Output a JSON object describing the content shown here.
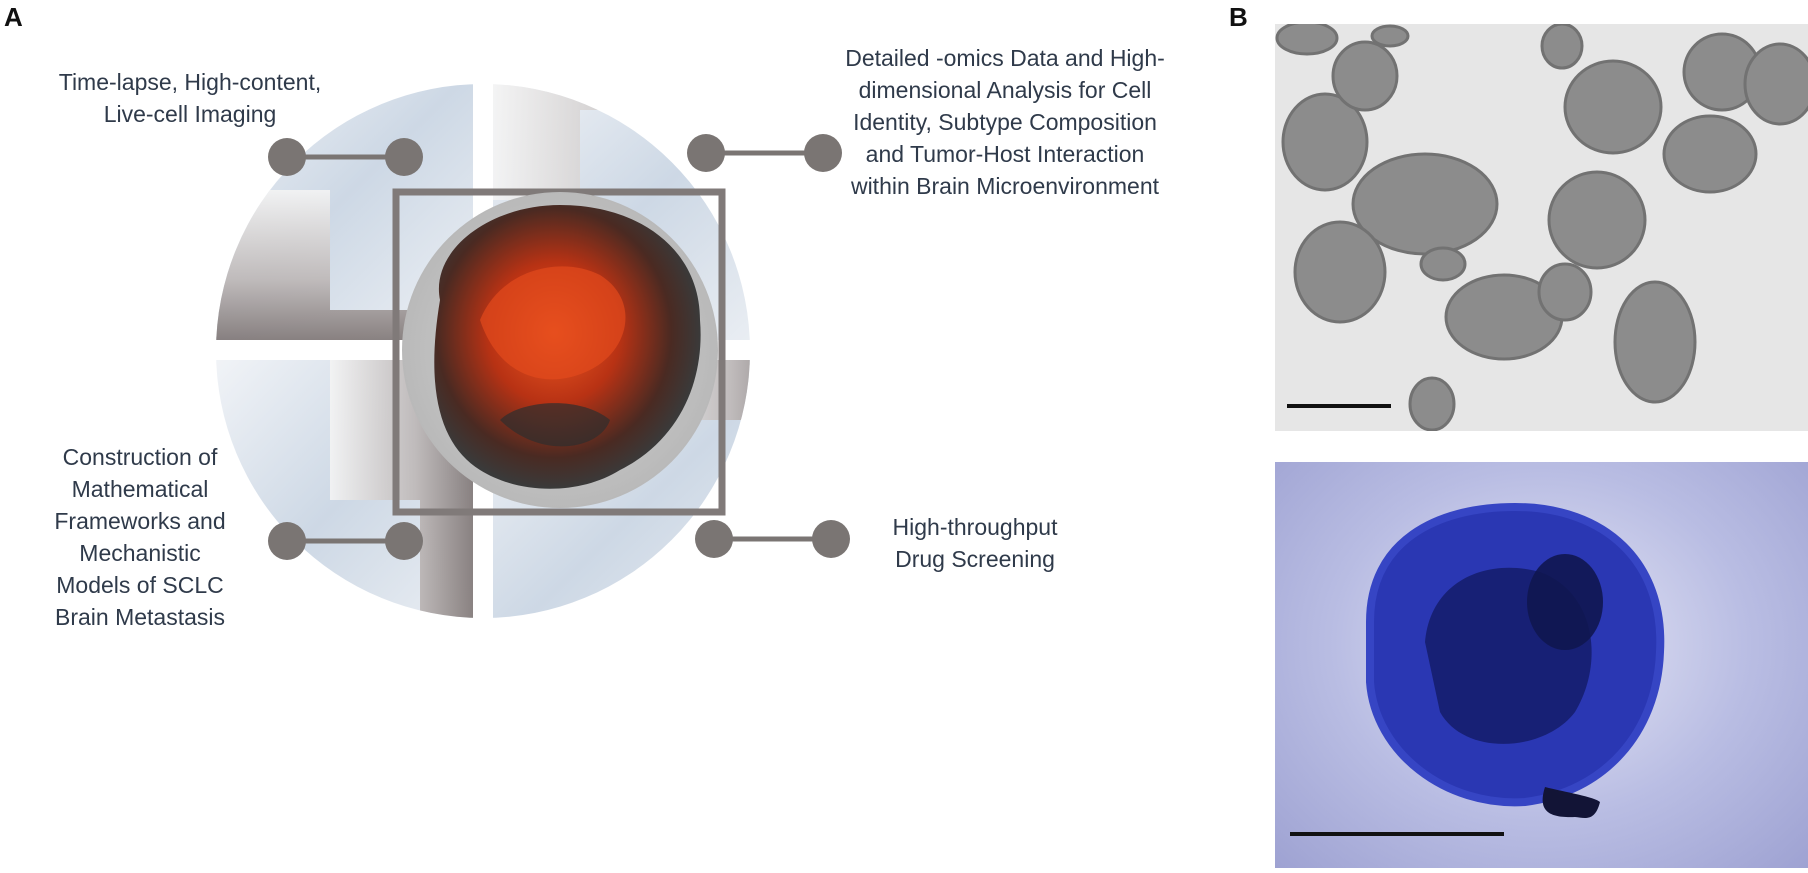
{
  "panels": {
    "a": "A",
    "b": "B"
  },
  "labels": {
    "imaging": [
      "Time-lapse, High-content,",
      "Live-cell Imaging"
    ],
    "omics": [
      "Detailed -omics Data and High-",
      "dimensional Analysis for Cell",
      "Identity, Subtype Composition",
      "and Tumor-Host Interaction",
      "within Brain Microenvironment"
    ],
    "math": [
      "Construction of",
      "Mathematical",
      "Frameworks and",
      "Mechanistic",
      "Models of SCLC",
      "Brain Metastasis"
    ],
    "drug": [
      "High-throughput",
      "Drug Screening"
    ]
  },
  "colors": {
    "connector": "#7a7573",
    "frame": "#807a79",
    "quadrant_light": "#d9e2ec",
    "quadrant_dark": "#8e8685",
    "text": "#2f3a4a",
    "brightfield_bg": "#e8e8e8",
    "fluorescence_bg": "#a3a6d6",
    "organoid_orange": "#d8431a",
    "organoid_blue": "#2a37b3"
  }
}
